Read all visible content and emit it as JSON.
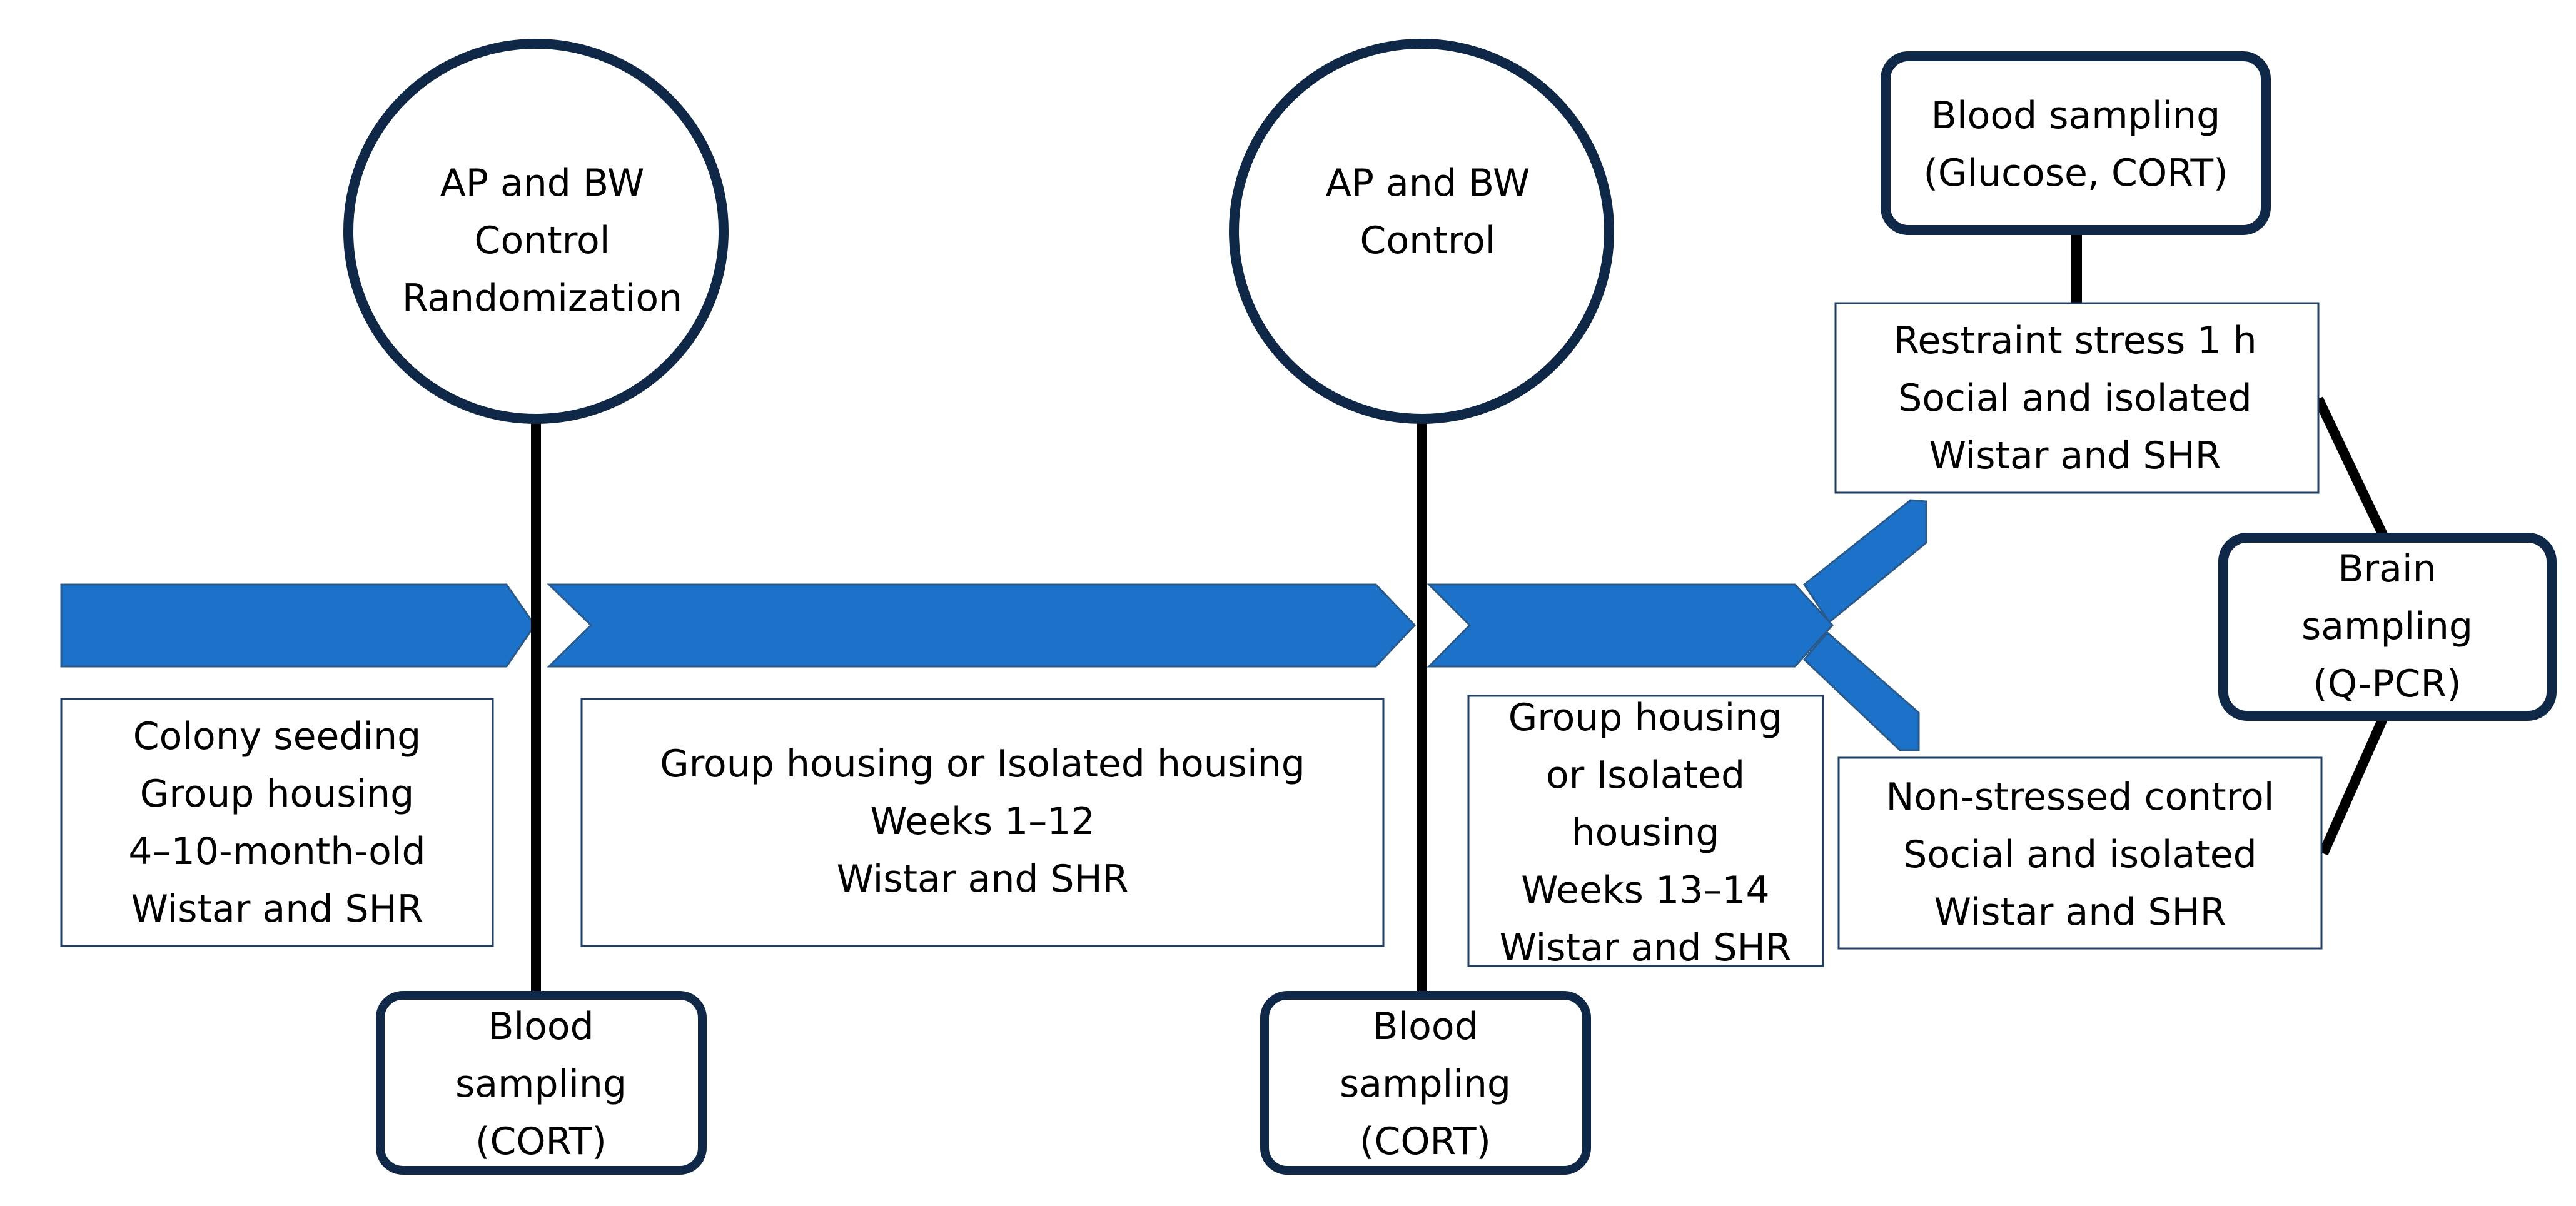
{
  "colors": {
    "arrow_fill": "#1b72c8",
    "arrow_outline": "#2a5a8c",
    "dark_border": "#0f2847",
    "box_border": "#1f3f66",
    "connector": "#000000",
    "text": "#000000",
    "background": "#ffffff"
  },
  "timeline": {
    "phases": [
      {
        "label_lines": [
          "Colony seeding",
          "Group housing",
          "4–10-month-old",
          "Wistar and SHR"
        ]
      },
      {
        "label_lines": [
          "Group housing or Isolated housing",
          "Weeks 1–12",
          "Wistar and SHR"
        ]
      },
      {
        "label_lines": [
          "Group housing",
          "or Isolated",
          "housing",
          "Weeks 13–14",
          "Wistar and SHR"
        ]
      }
    ],
    "checkpoints": [
      {
        "circle_lines": [
          "AP and BW",
          "Control",
          "Randomization"
        ],
        "sampling_lines": [
          "Blood",
          "sampling",
          "(CORT)"
        ]
      },
      {
        "circle_lines": [
          "AP and BW",
          "Control"
        ],
        "sampling_lines": [
          "Blood",
          "sampling",
          "(CORT)"
        ]
      }
    ]
  },
  "branches": {
    "stress": {
      "label_lines": [
        "Restraint stress 1 h",
        "Social and isolated",
        "Wistar and SHR"
      ],
      "sampling_lines": [
        "Blood sampling",
        "(Glucose, CORT)"
      ]
    },
    "control": {
      "label_lines": [
        "Non-stressed control",
        "Social and isolated",
        "Wistar and SHR"
      ]
    },
    "final": {
      "label_lines": [
        "Brain",
        "sampling",
        "(Q-PCR)"
      ]
    }
  }
}
